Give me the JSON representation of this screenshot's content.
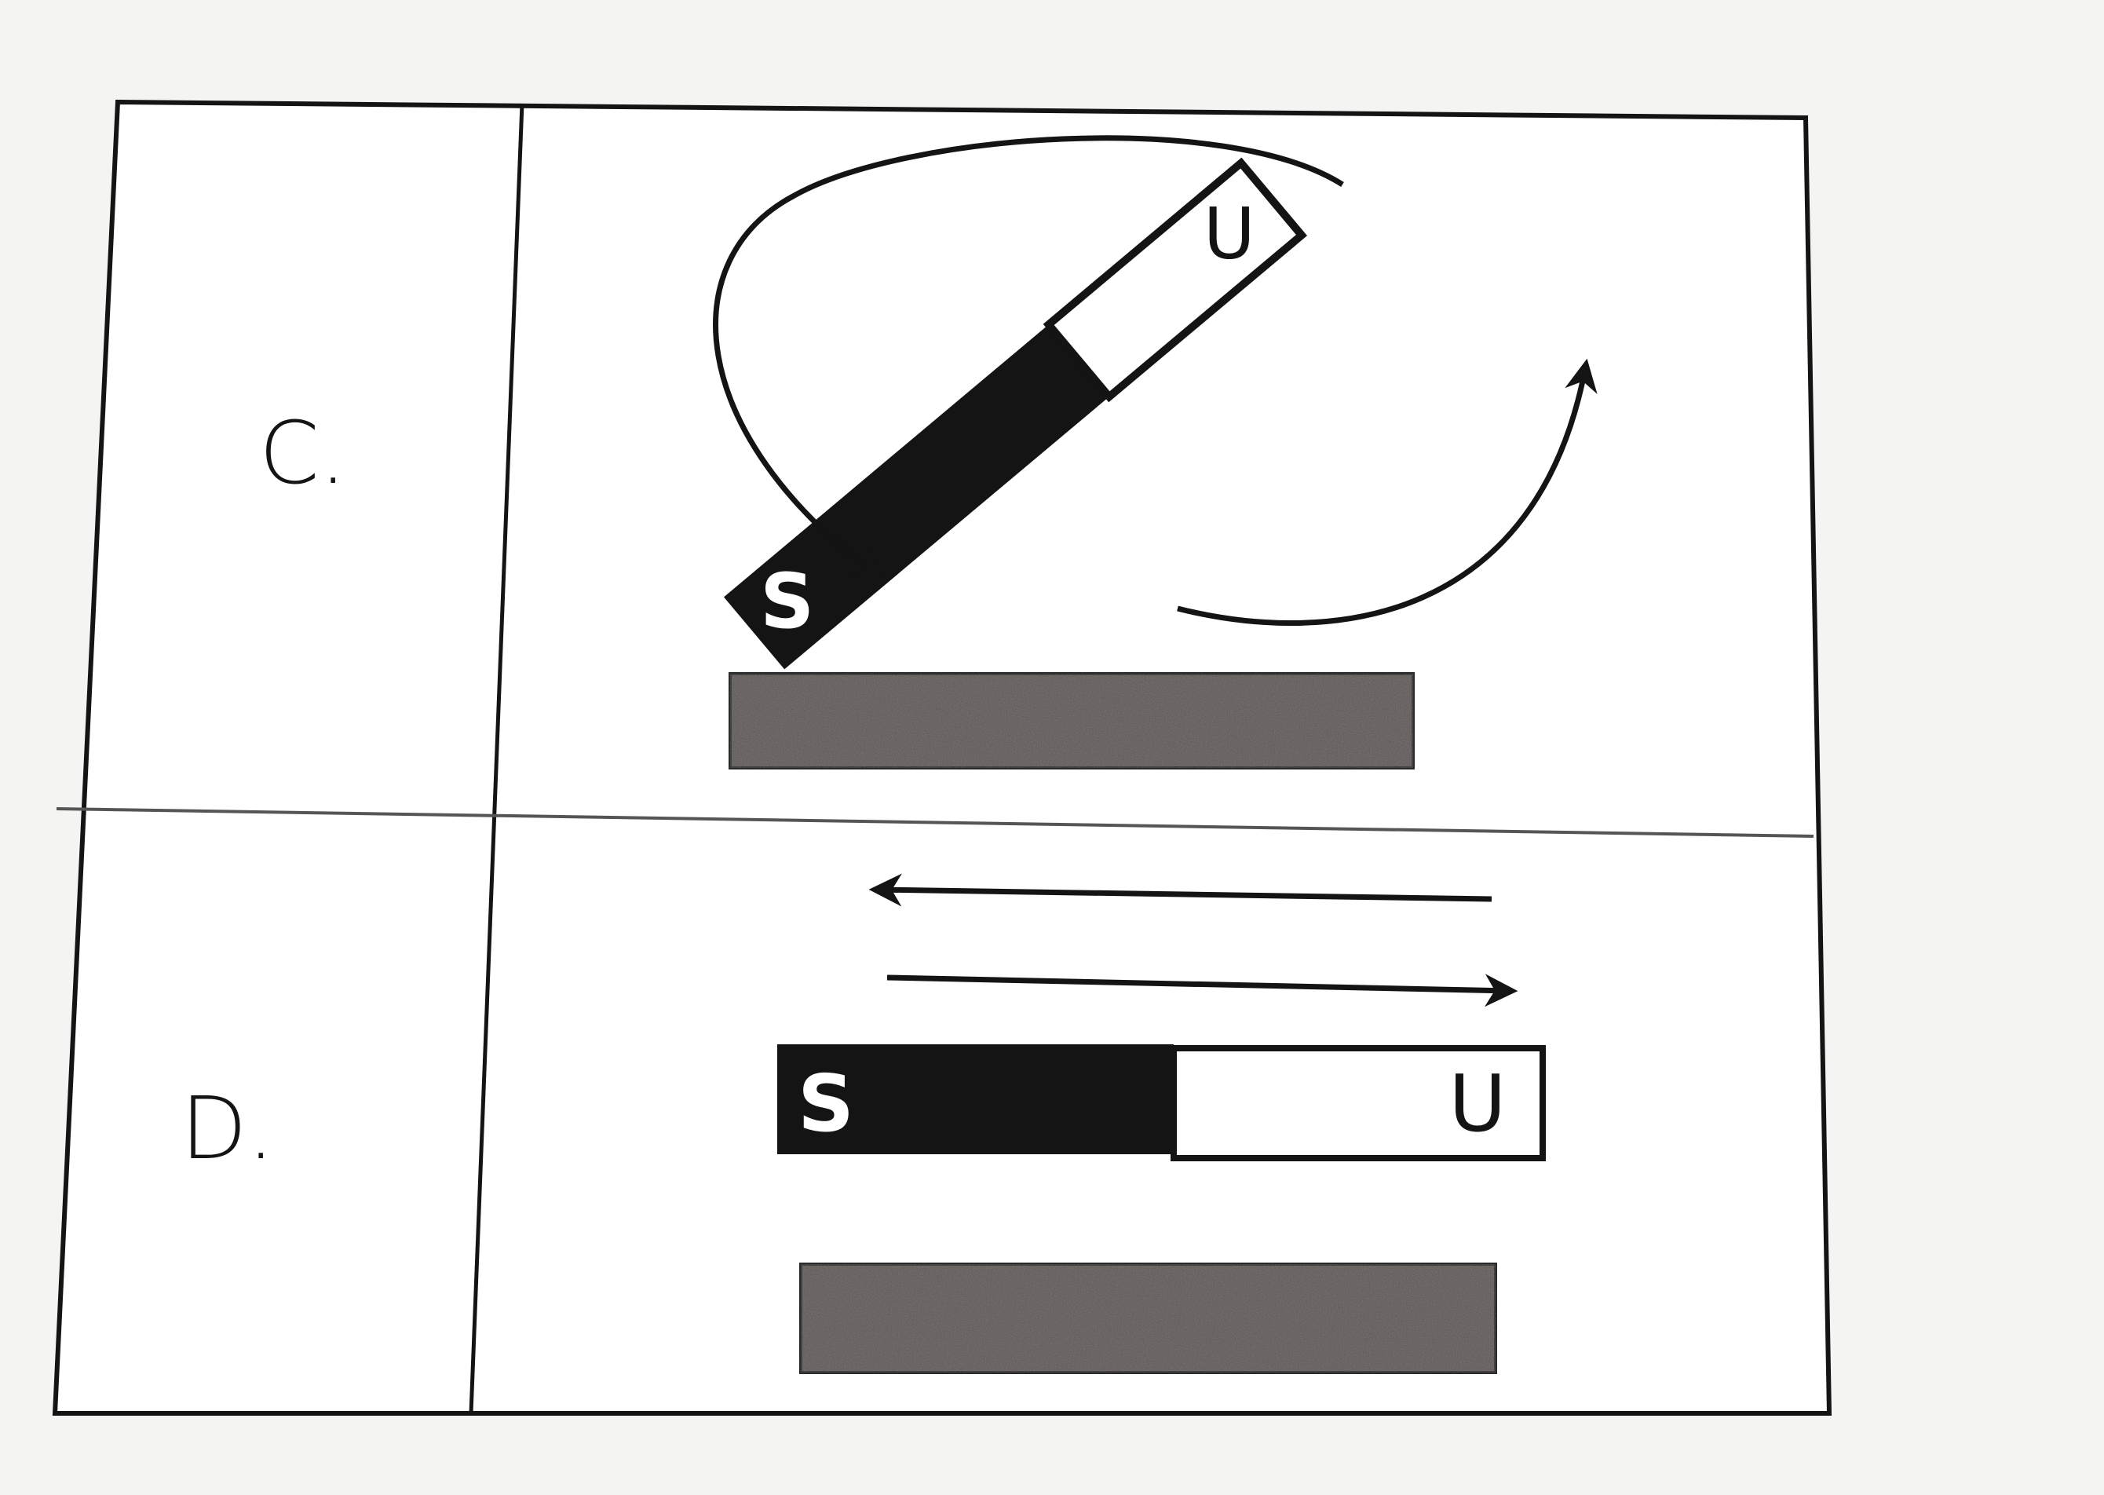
{
  "rows": [
    {
      "label": "C.",
      "magnet": {
        "south_pole": "S",
        "north_pole": "U",
        "orientation": "tilted"
      },
      "arrows": [
        "curved",
        "curved"
      ]
    },
    {
      "label": "D.",
      "magnet": {
        "south_pole": "S",
        "north_pole": "U",
        "orientation": "horizontal"
      },
      "arrows": [
        "left",
        "right"
      ]
    }
  ],
  "colors": {
    "ink": "#141414",
    "paper": "#f4f4f2",
    "white": "#ffffff",
    "iron_bar": "#5a5452"
  }
}
